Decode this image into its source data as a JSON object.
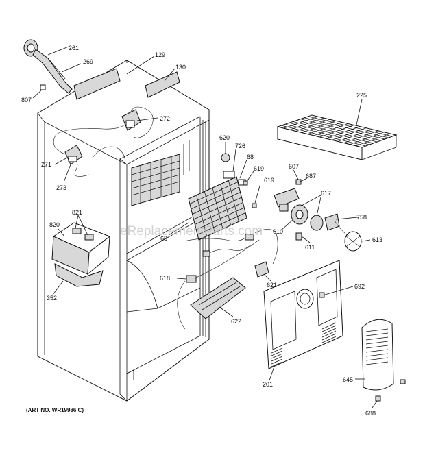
{
  "watermark": "eReplacementParts.com",
  "art_number": "(ART NO. WR19986 C)",
  "labels": {
    "p261": "261",
    "p269": "269",
    "p807": "807",
    "p129": "129",
    "p130": "130",
    "p272": "272",
    "p271": "271",
    "p273": "273",
    "p225": "225",
    "p620": "620",
    "p726": "726",
    "p68a": "68",
    "p619a": "619",
    "p619b": "619",
    "p607": "607",
    "p687": "687",
    "p617": "617",
    "p758": "758",
    "p613": "613",
    "p610": "610",
    "p611": "611",
    "p68b": "68",
    "p821": "821",
    "p820": "820",
    "p352": "352",
    "p618": "618",
    "p621": "621",
    "p692": "692",
    "p622": "622",
    "p201": "201",
    "p645": "645",
    "p688": "688"
  }
}
